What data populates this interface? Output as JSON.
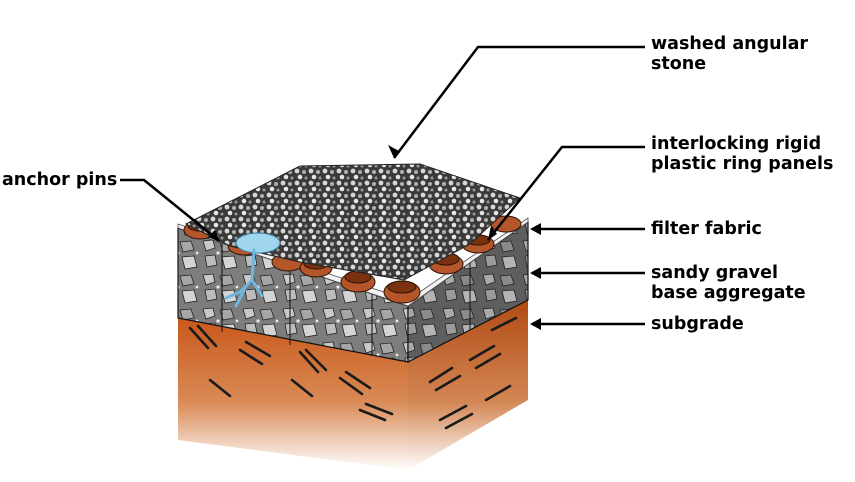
{
  "labels": {
    "washed_stone": [
      "washed angular",
      "stone"
    ],
    "ring_panels": [
      "interlocking rigid",
      "plastic ring panels"
    ],
    "filter_fabric": "filter fabric",
    "base_aggregate": [
      "sandy gravel",
      "base aggregate"
    ],
    "subgrade": "subgrade",
    "anchor_pins": "anchor pins"
  },
  "colors": {
    "subgrade_fill": "#c8581c",
    "subgrade_dark": "#9c3f10",
    "aggregate_fill": "#8c8c8c",
    "stone_fill": "#5a5a5a",
    "ring_fill": "#b5562a",
    "fabric": "#7ec8e3",
    "pin": "#6fb6e0"
  }
}
